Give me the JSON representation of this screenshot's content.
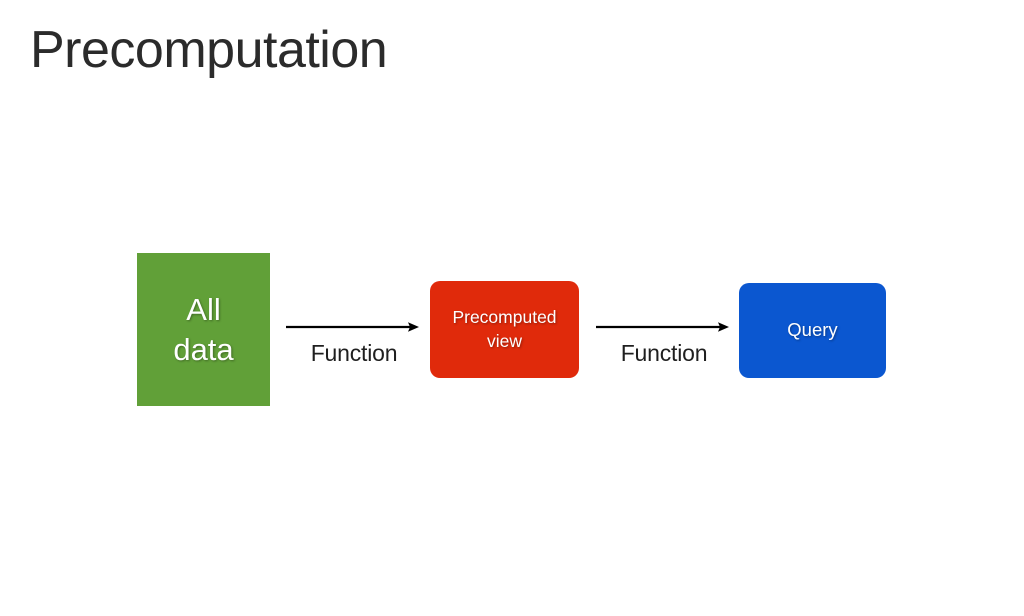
{
  "slide": {
    "title": "Precomputation",
    "background_color": "#ffffff",
    "title_color": "#2b2b2b"
  },
  "diagram": {
    "type": "flow",
    "nodes": [
      {
        "id": "all-data",
        "label": "All\ndata",
        "line1": "All",
        "line2": "data",
        "color": "#61A038",
        "text_color": "#ffffff",
        "shape": "rectangle"
      },
      {
        "id": "precomputed-view",
        "label": "Precomputed\nview",
        "line1": "Precomputed",
        "line2": "view",
        "color": "#E02A0B",
        "text_color": "#ffffff",
        "shape": "rounded-rectangle"
      },
      {
        "id": "query",
        "label": "Query",
        "line1": "Query",
        "line2": "",
        "color": "#0B57D0",
        "text_color": "#ffffff",
        "shape": "rounded-rectangle"
      }
    ],
    "edges": [
      {
        "id": "edge-1",
        "from": "all-data",
        "to": "precomputed-view",
        "label": "Function",
        "color": "#000000",
        "arrowhead": "right"
      },
      {
        "id": "edge-2",
        "from": "precomputed-view",
        "to": "query",
        "label": "Function",
        "color": "#000000",
        "arrowhead": "right"
      }
    ]
  }
}
